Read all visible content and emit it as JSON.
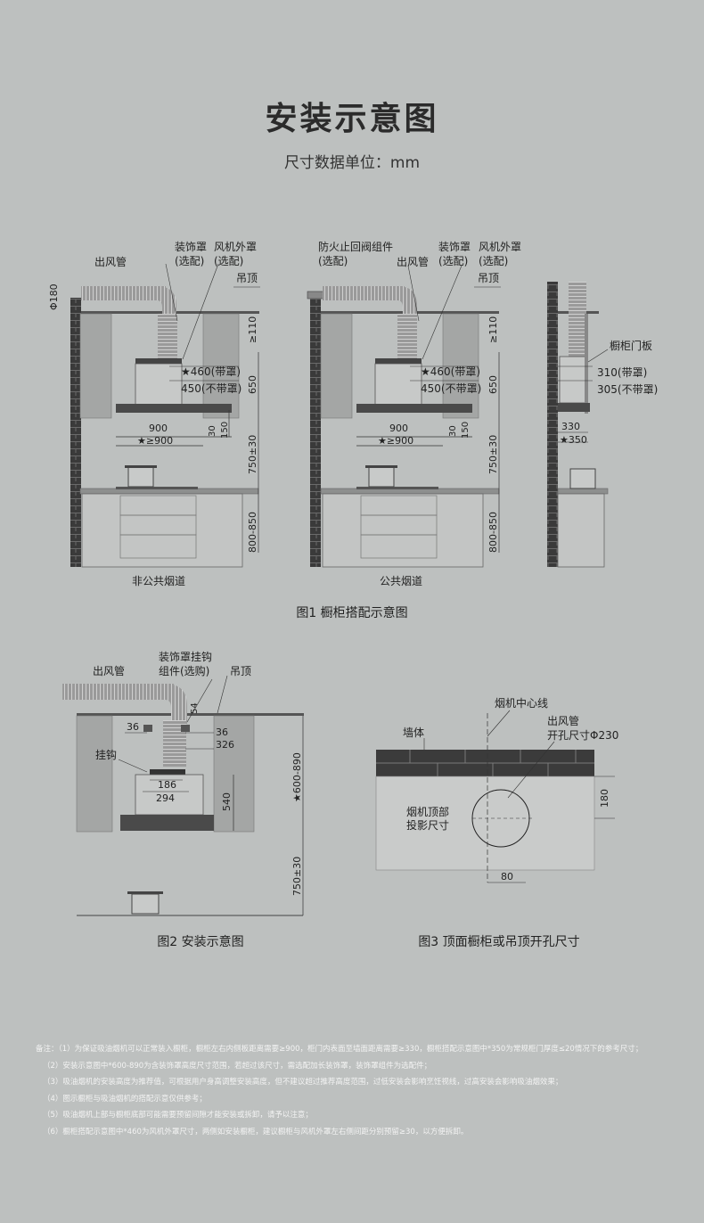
{
  "title": "安装示意图",
  "subtitle": "尺寸数据单位：mm",
  "fig1": {
    "caption": "图1 橱柜搭配示意图",
    "left": {
      "sub_caption": "非公共烟道",
      "labels": {
        "outlet_pipe": "出风管",
        "decor_cover": "装饰罩",
        "decor_cover_opt": "(选配)",
        "fan_cover": "风机外罩",
        "fan_cover_opt": "(选配)",
        "ceiling": "吊顶"
      },
      "dims": {
        "d180": "Φ180",
        "ge110": "≥110",
        "s460": "★460(带罩)",
        "s450": "450(不带罩)",
        "h650": "650",
        "w900": "900",
        "sw900": "★≥900",
        "h30": "30",
        "h150": "150",
        "h750": "750±30",
        "h800": "800-850"
      }
    },
    "middle": {
      "sub_caption": "公共烟道",
      "labels": {
        "fire_valve": "防火止回阀组件",
        "fire_valve_opt": "(选配)",
        "outlet_pipe": "出风管",
        "decor_cover": "装饰罩",
        "decor_cover_opt": "(选配)",
        "fan_cover": "风机外罩",
        "fan_cover_opt": "(选配)",
        "ceiling": "吊顶"
      },
      "dims": {
        "ge110": "≥110",
        "s460": "★460(带罩)",
        "s450": "450(不带罩)",
        "h650": "650",
        "w900": "900",
        "sw900": "★≥900",
        "h30": "30",
        "h150": "150",
        "h750": "750±30",
        "h800": "800-850"
      }
    },
    "right": {
      "labels": {
        "cabinet_door": "橱柜门板"
      },
      "dims": {
        "d310": "310(带罩)",
        "d305": "305(不带罩)",
        "d330": "330",
        "s350": "★350"
      }
    }
  },
  "fig2": {
    "caption": "图2 安装示意图",
    "labels": {
      "hook_assembly": "装饰罩挂钩",
      "hook_assembly2": "组件(选购)",
      "outlet_pipe": "出风管",
      "ceiling": "吊顶",
      "hook": "挂钩"
    },
    "dims": {
      "d54": "54",
      "d36a": "36",
      "d36b": "36",
      "d326": "326",
      "d186": "186",
      "d294": "294",
      "d540": "540",
      "d600": "★600-890",
      "d750": "750±30"
    }
  },
  "fig3": {
    "caption": "图3 顶面橱柜或吊顶开孔尺寸",
    "labels": {
      "centerline": "烟机中心线",
      "wall": "墙体",
      "outlet1": "出风管",
      "outlet2": "开孔尺寸Φ230",
      "proj1": "烟机顶部",
      "proj2": "投影尺寸"
    },
    "dims": {
      "d180": "180",
      "d80": "80"
    }
  },
  "notes": [
    "备注：（1）为保证吸油烟机可以正常装入橱柜，橱柜左右内侧板距离需要≥900，柜门内表面至墙面距离需要≥330，橱柜搭配示意图中*350为常规柜门厚度≤20情况下的参考尺寸；",
    "（2）安装示意图中*600-890为含装饰罩高度尺寸范围，若超过该尺寸，需选配加长装饰罩，装饰罩组件为选配件；",
    "（3）吸油烟机的安装高度为推荐值，可根据用户身高调整安装高度，但不建议超过推荐高度范围，过低安装会影响烹饪视线，过高安装会影响吸油烟效果；",
    "（4）图示橱柜与吸油烟机的搭配示意仅供参考；",
    "（5）吸油烟机上部与橱柜底部可能需要预留间隙才能安装或拆卸，请予以注意；",
    "（6）橱柜搭配示意图中*460为风机外罩尺寸，两侧如安装橱柜，建议橱柜与风机外罩左右侧间距分别预留≥30，以方便拆卸。"
  ]
}
